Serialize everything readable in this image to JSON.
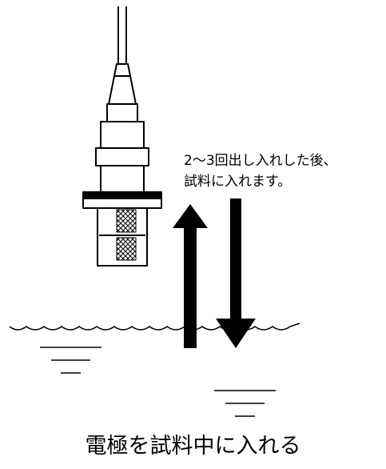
{
  "instruction": {
    "line1": "2〜3回出し入れした後、",
    "line2": "試料に入れます。"
  },
  "caption": "電極を試料中に入れる"
}
